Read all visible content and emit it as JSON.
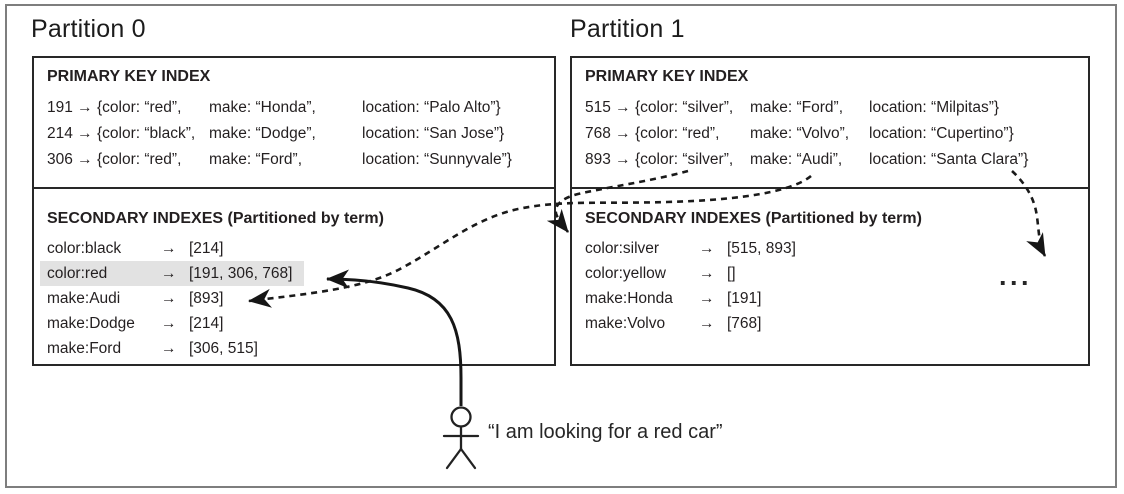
{
  "partitions": [
    {
      "title": "Partition 0",
      "primary_header": "PRIMARY KEY INDEX",
      "primary_rows": [
        {
          "c1": "191 → {color: “red”,",
          "c2": "make: “Honda”,",
          "c3": "location: “Palo Alto”}"
        },
        {
          "c1": "214 → {color: “black”,",
          "c2": "make: “Dodge”,",
          "c3": "location: “San Jose”}"
        },
        {
          "c1": "306 → {color: “red”,",
          "c2": "make: “Ford”,",
          "c3": "location: “Sunnyvale”}"
        }
      ],
      "secondary_header": "SECONDARY INDEXES (Partitioned by term)",
      "secondary_rows": [
        {
          "term": "color:black",
          "arrow": "→",
          "ids": "[214]"
        },
        {
          "term": "color:red",
          "arrow": "→",
          "ids": "[191, 306, 768]"
        },
        {
          "term": "make:Audi",
          "arrow": "→",
          "ids": "[893]"
        },
        {
          "term": "make:Dodge",
          "arrow": "→",
          "ids": "[214]"
        },
        {
          "term": "make:Ford",
          "arrow": "→",
          "ids": "[306, 515]"
        }
      ]
    },
    {
      "title": "Partition 1",
      "primary_header": "PRIMARY KEY INDEX",
      "primary_rows": [
        {
          "c1": "515 → {color: “silver”,",
          "c2": "make: “Ford”,",
          "c3": "location: “Milpitas”}"
        },
        {
          "c1": "768 → {color: “red”,",
          "c2": "make: “Volvo”,",
          "c3": "location: “Cupertino”}"
        },
        {
          "c1": "893 → {color: “silver”,",
          "c2": "make: “Audi”,",
          "c3": "location: “Santa Clara”}"
        }
      ],
      "secondary_header": "SECONDARY INDEXES (Partitioned by term)",
      "secondary_rows": [
        {
          "term": "color:silver",
          "arrow": "→",
          "ids": "[515, 893]"
        },
        {
          "term": "color:yellow",
          "arrow": "→",
          "ids": "[]"
        },
        {
          "term": "make:Honda",
          "arrow": "→",
          "ids": "[191]"
        },
        {
          "term": "make:Volvo",
          "arrow": "→",
          "ids": "[768]"
        }
      ]
    }
  ],
  "highlight": {
    "term": "color:red",
    "color": "#e2e2e2"
  },
  "query": {
    "text": "“I am looking for a red car”"
  },
  "ellipsis": "..."
}
